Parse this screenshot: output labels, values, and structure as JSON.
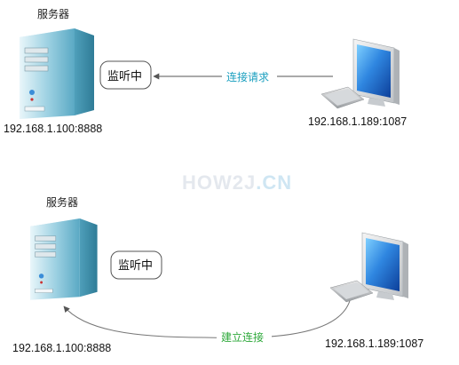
{
  "top": {
    "server_label": "服务器",
    "server_ip": "192.168.1.100:8888",
    "bubble_text": "监听中",
    "arrow_text": "连接请求",
    "client_ip": "192.168.1.189:1087"
  },
  "bottom": {
    "server_label": "服务器",
    "server_ip": "192.168.1.100:8888",
    "bubble_text": "监听中",
    "arrow_text": "建立连接",
    "client_ip": "192.168.1.189:1087"
  },
  "watermark": {
    "brand": "HOW2J",
    "suffix": ".CN"
  },
  "colors": {
    "request_text": "#1a9fbf",
    "connect_text": "#2ea93b",
    "server_body": "#6fb6cf",
    "monitor_screen": "#1f6fd0"
  }
}
